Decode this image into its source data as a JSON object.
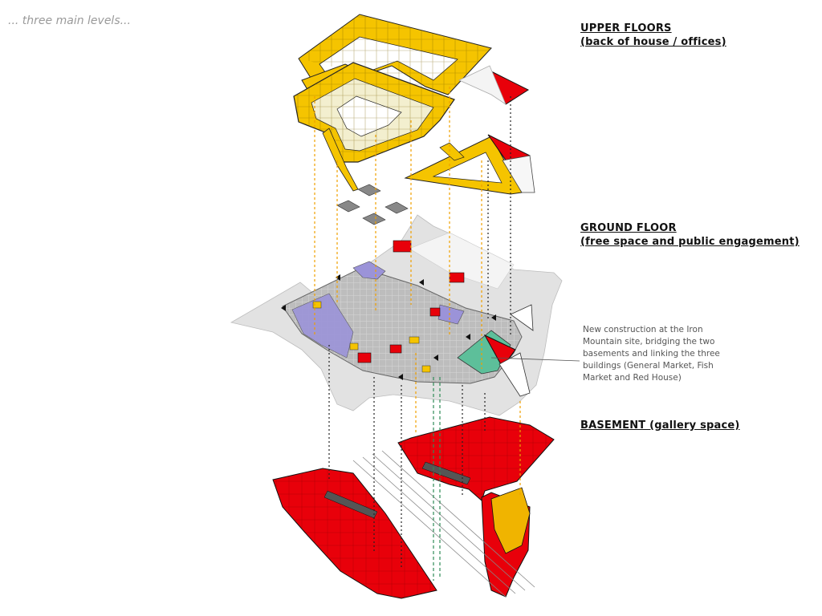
{
  "caption": "... three main levels...",
  "levels": {
    "upper": {
      "title": "UPPER FLOORS",
      "subtitle": "(back of house / offices)"
    },
    "ground": {
      "title": "GROUND FLOOR",
      "subtitle": "(free space and public engagement)"
    },
    "basement": {
      "title": "BASEMENT (gallery space)"
    }
  },
  "annotation": {
    "lines": [
      "New construction at the Iron",
      "Mountain site, bridging the two",
      "basements and linking the three",
      "buildings (General Market, Fish",
      "Market and Red House)"
    ]
  },
  "colors": {
    "upper_floor": "#f5c400",
    "basement": "#e8000a",
    "ground_grey": "#bdbdbd",
    "street": "#e2e2e2",
    "public_space": "#9b93d8",
    "new_construction": "#5dbf9a",
    "connector_orange": "#f0a000",
    "connector_green": "#2e8b57"
  }
}
